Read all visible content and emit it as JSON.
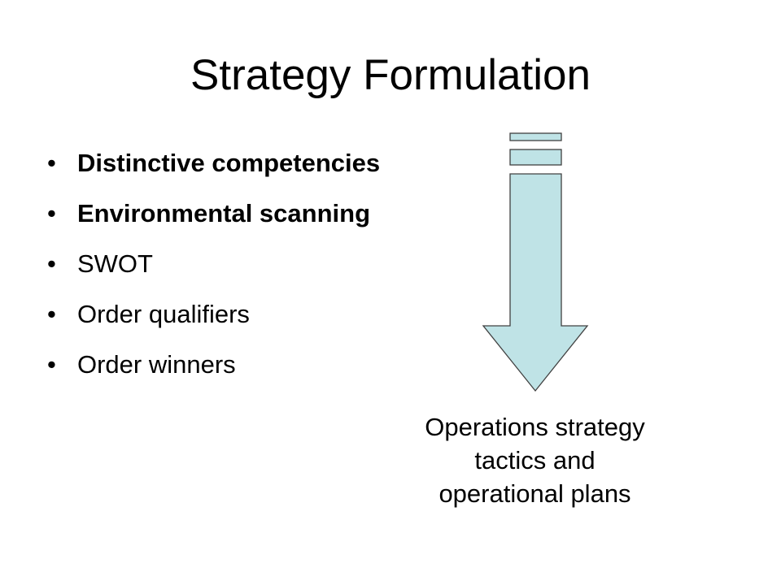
{
  "slide": {
    "title": "Strategy Formulation",
    "bullets": [
      {
        "text": "Distinctive competencies",
        "bold": true
      },
      {
        "text": "Environmental scanning",
        "bold": true
      },
      {
        "text": "SWOT",
        "bold": false
      },
      {
        "text": "Order qualifiers",
        "bold": false
      },
      {
        "text": "Order winners",
        "bold": false
      }
    ],
    "bullet_glyph": "•",
    "caption_lines": [
      "Operations strategy",
      "tactics and",
      "operational plans"
    ]
  },
  "colors": {
    "arrow_fill": "#BFE3E6",
    "arrow_stroke": "#404040",
    "text": "#000000",
    "background": "#FFFFFF"
  },
  "icons": {
    "arrow": "striped-down-arrow"
  }
}
